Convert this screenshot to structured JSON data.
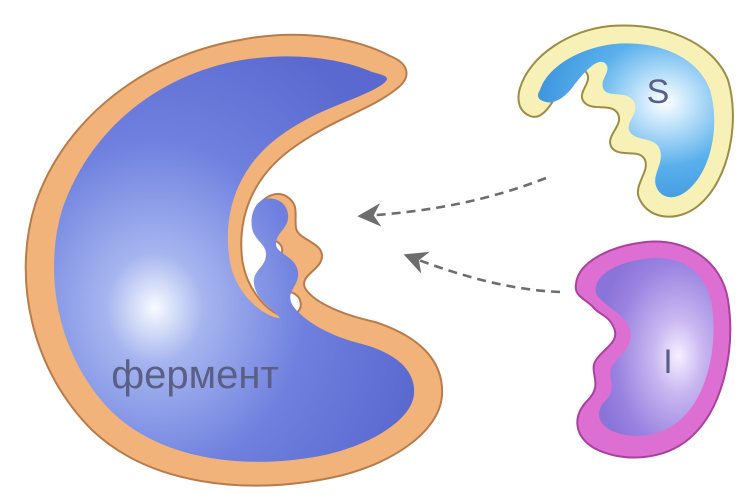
{
  "labels": {
    "enzyme": "фермент",
    "substrate": "S",
    "inhibitor": "I"
  },
  "colors": {
    "enzyme_outline": "#f2b37a",
    "enzyme_fill": "#6676d8",
    "substrate_outline": "#f7f1b7",
    "substrate_fill": "#4aa5e6",
    "inhibitor_outline": "#de6fd2",
    "inhibitor_fill": "#9b82e0",
    "arrow": "#6d6d6d"
  }
}
